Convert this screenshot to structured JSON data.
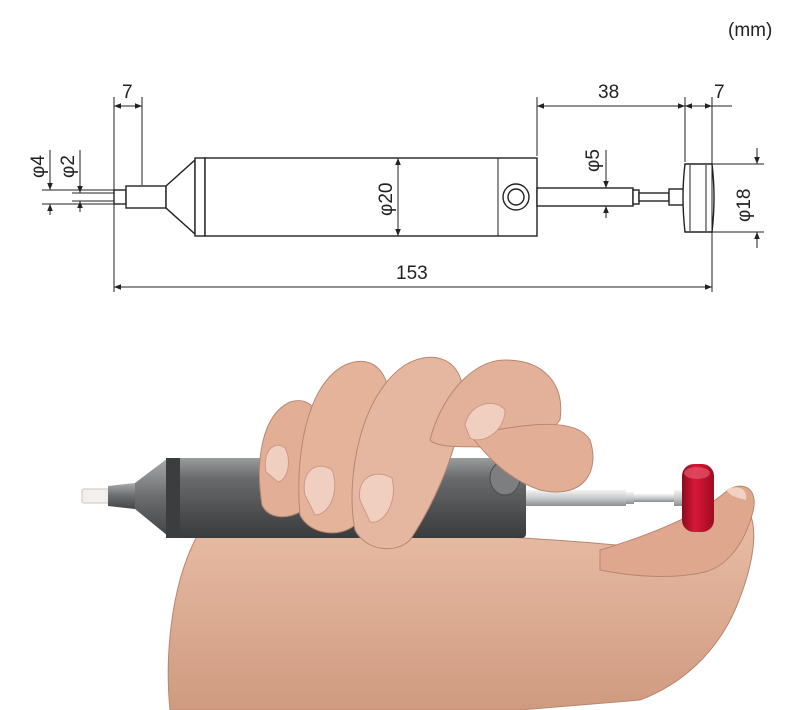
{
  "drawing": {
    "unit": "(mm)",
    "dims": {
      "tip_length": "7",
      "plunger_length": "38",
      "knob_length": "7",
      "overall_length": "153",
      "tip_outer_dia": "φ4",
      "tip_inner_dia": "φ2",
      "barrel_dia": "φ20",
      "plunger_dia": "φ5",
      "knob_dia": "φ18"
    }
  },
  "photo": {
    "colors": {
      "barrel": "#5f6062",
      "knob": "#c8102e",
      "skin": "#e0ad94",
      "tip": "#f2f0ec"
    }
  }
}
